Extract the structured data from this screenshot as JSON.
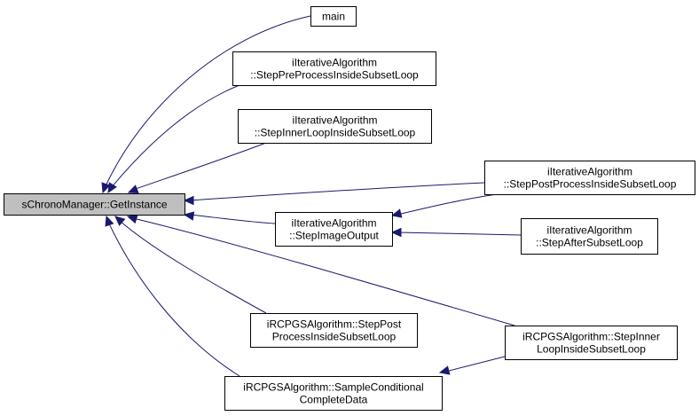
{
  "graph": {
    "root": {
      "id": "root",
      "lines": [
        "sChronoManager::GetInstance"
      ]
    },
    "nodes": [
      {
        "id": "main",
        "lines": [
          "main"
        ]
      },
      {
        "id": "step-pre-process",
        "lines": [
          "iIterativeAlgorithm",
          "::StepPreProcessInsideSubsetLoop"
        ]
      },
      {
        "id": "step-inner-loop",
        "lines": [
          "iIterativeAlgorithm",
          "::StepInnerLoopInsideSubsetLoop"
        ]
      },
      {
        "id": "step-post-process",
        "lines": [
          "iIterativeAlgorithm",
          "::StepPostProcessInsideSubsetLoop"
        ]
      },
      {
        "id": "step-image-output",
        "lines": [
          "iIterativeAlgorithm",
          "::StepImageOutput"
        ]
      },
      {
        "id": "step-after-subset",
        "lines": [
          "iIterativeAlgorithm",
          "::StepAfterSubsetLoop"
        ]
      },
      {
        "id": "rcpgs-step-post",
        "lines": [
          "iRCPGSAlgorithm::StepPost",
          "ProcessInsideSubsetLoop"
        ]
      },
      {
        "id": "rcpgs-step-inner",
        "lines": [
          "iRCPGSAlgorithm::StepInner",
          "LoopInsideSubsetLoop"
        ]
      },
      {
        "id": "rcpgs-sample",
        "lines": [
          "iRCPGSAlgorithm::SampleConditional",
          "CompleteData"
        ]
      }
    ],
    "edges": [
      {
        "from": "main",
        "to": "root"
      },
      {
        "from": "step-pre-process",
        "to": "root"
      },
      {
        "from": "step-inner-loop",
        "to": "root"
      },
      {
        "from": "step-post-process",
        "to": "root"
      },
      {
        "from": "step-image-output",
        "to": "root"
      },
      {
        "from": "step-post-process",
        "to": "step-image-output"
      },
      {
        "from": "step-after-subset",
        "to": "step-image-output"
      },
      {
        "from": "rcpgs-step-post",
        "to": "root"
      },
      {
        "from": "rcpgs-step-inner",
        "to": "root"
      },
      {
        "from": "rcpgs-sample",
        "to": "root"
      },
      {
        "from": "rcpgs-step-inner",
        "to": "rcpgs-sample"
      }
    ],
    "colors": {
      "edge": "#191970",
      "root_fill": "#bfbfbf",
      "node_fill": "#ffffff",
      "border": "#000000"
    }
  }
}
